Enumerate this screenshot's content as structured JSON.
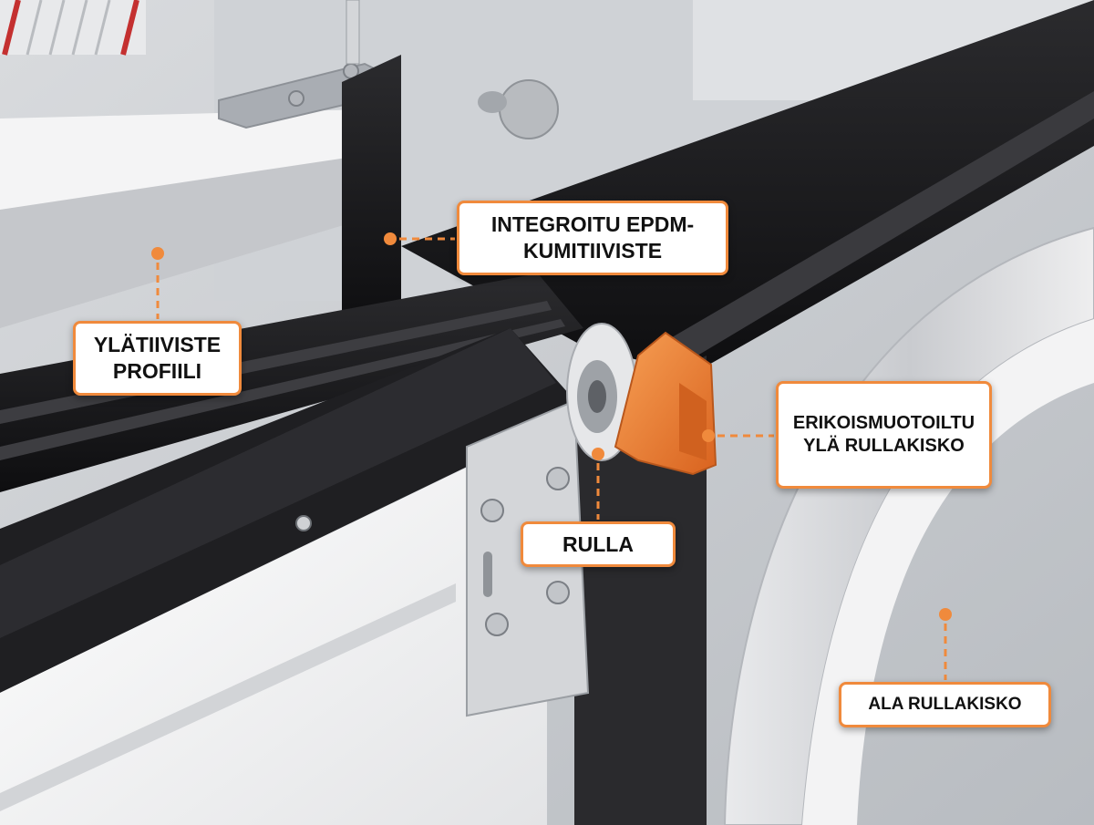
{
  "callouts": {
    "integroitu": {
      "line1": "INTEGROITU EPDM-",
      "line2": "KUMITIIVISTE"
    },
    "ylatiiviste": {
      "line1": "YLÄTIIVISTE",
      "line2": "PROFIILI"
    },
    "erikois": {
      "line1": "ERIKOISMUOTOILTU",
      "line2": "YLÄ RULLAKISKO"
    },
    "rulla": {
      "line1": "RULLA"
    },
    "ala": {
      "line1": "ALA RULLAKISKO"
    }
  },
  "colors": {
    "accent": "#f08a3c",
    "rail_black": "#1c1c1e",
    "panel_white": "#f2f2f2",
    "steel": "#c9ccd0",
    "roller_bracket_orange": "#e8772c"
  }
}
